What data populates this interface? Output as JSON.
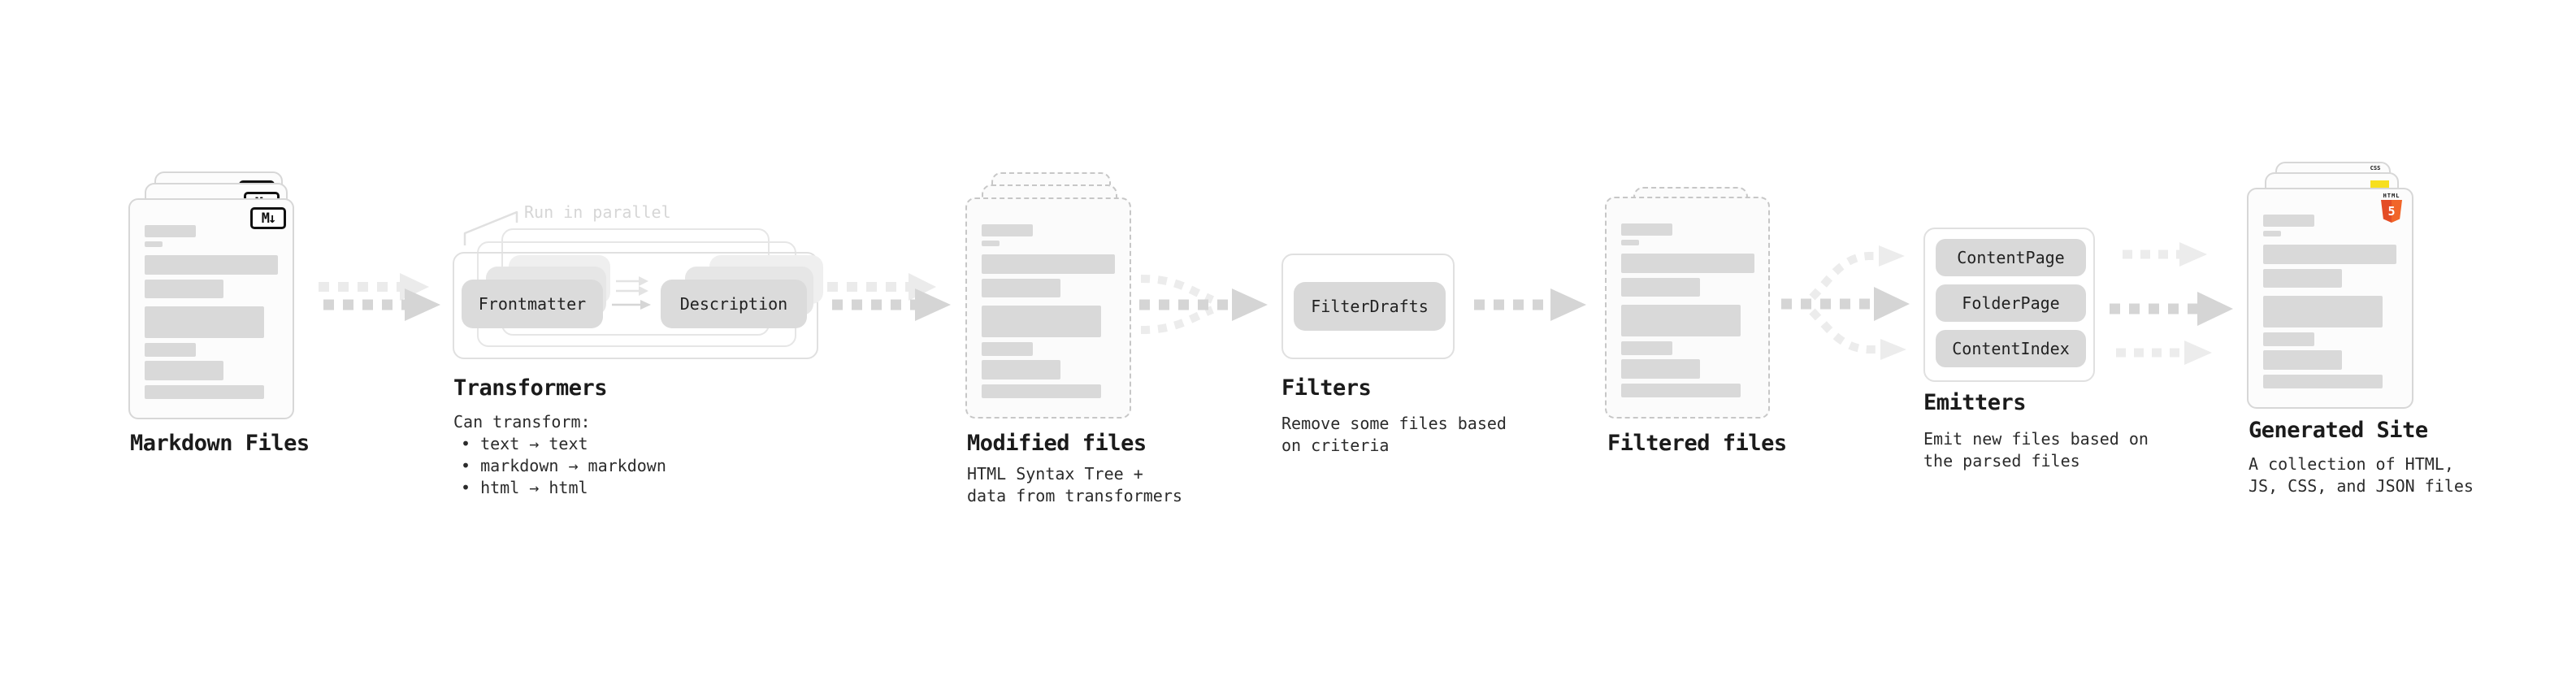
{
  "markdown": {
    "title": "Markdown Files",
    "badge": "M↓"
  },
  "transformers": {
    "title": "Transformers",
    "annotation": "Run in parallel",
    "pill_left": "Frontmatter",
    "pill_right": "Description",
    "desc_heading": "Can transform:",
    "bullets": [
      "• text → text",
      "• markdown → markdown",
      "• html → html"
    ]
  },
  "modified": {
    "title": "Modified files",
    "desc1": "HTML Syntax Tree +",
    "desc2": "data from transformers"
  },
  "filters": {
    "title": "Filters",
    "pill": "FilterDrafts",
    "desc1": "Remove some files based",
    "desc2": "on criteria"
  },
  "filtered": {
    "title": "Filtered files"
  },
  "emitters": {
    "title": "Emitters",
    "pills": [
      "ContentPage",
      "FolderPage",
      "ContentIndex"
    ],
    "desc1": "Emit new files based on",
    "desc2": "the parsed files"
  },
  "generated": {
    "title": "Generated Site",
    "desc1": "A collection of HTML,",
    "desc2": "JS, CSS, and JSON files",
    "badge_css": "CSS",
    "badge_html_word": "HTML",
    "badge_html_num": "5"
  },
  "colors": {
    "arrow_gray": "#d5d5d5",
    "ghost_arrow_gray": "#ebebeb",
    "bar_gray": "#d9d9d9",
    "pill_gray": "#dbdbdb",
    "html5_orange": "#e44d26",
    "html5_orange_light": "#f16529",
    "css_blue": "#2965f1",
    "js_yellow": "#f7df1e"
  }
}
